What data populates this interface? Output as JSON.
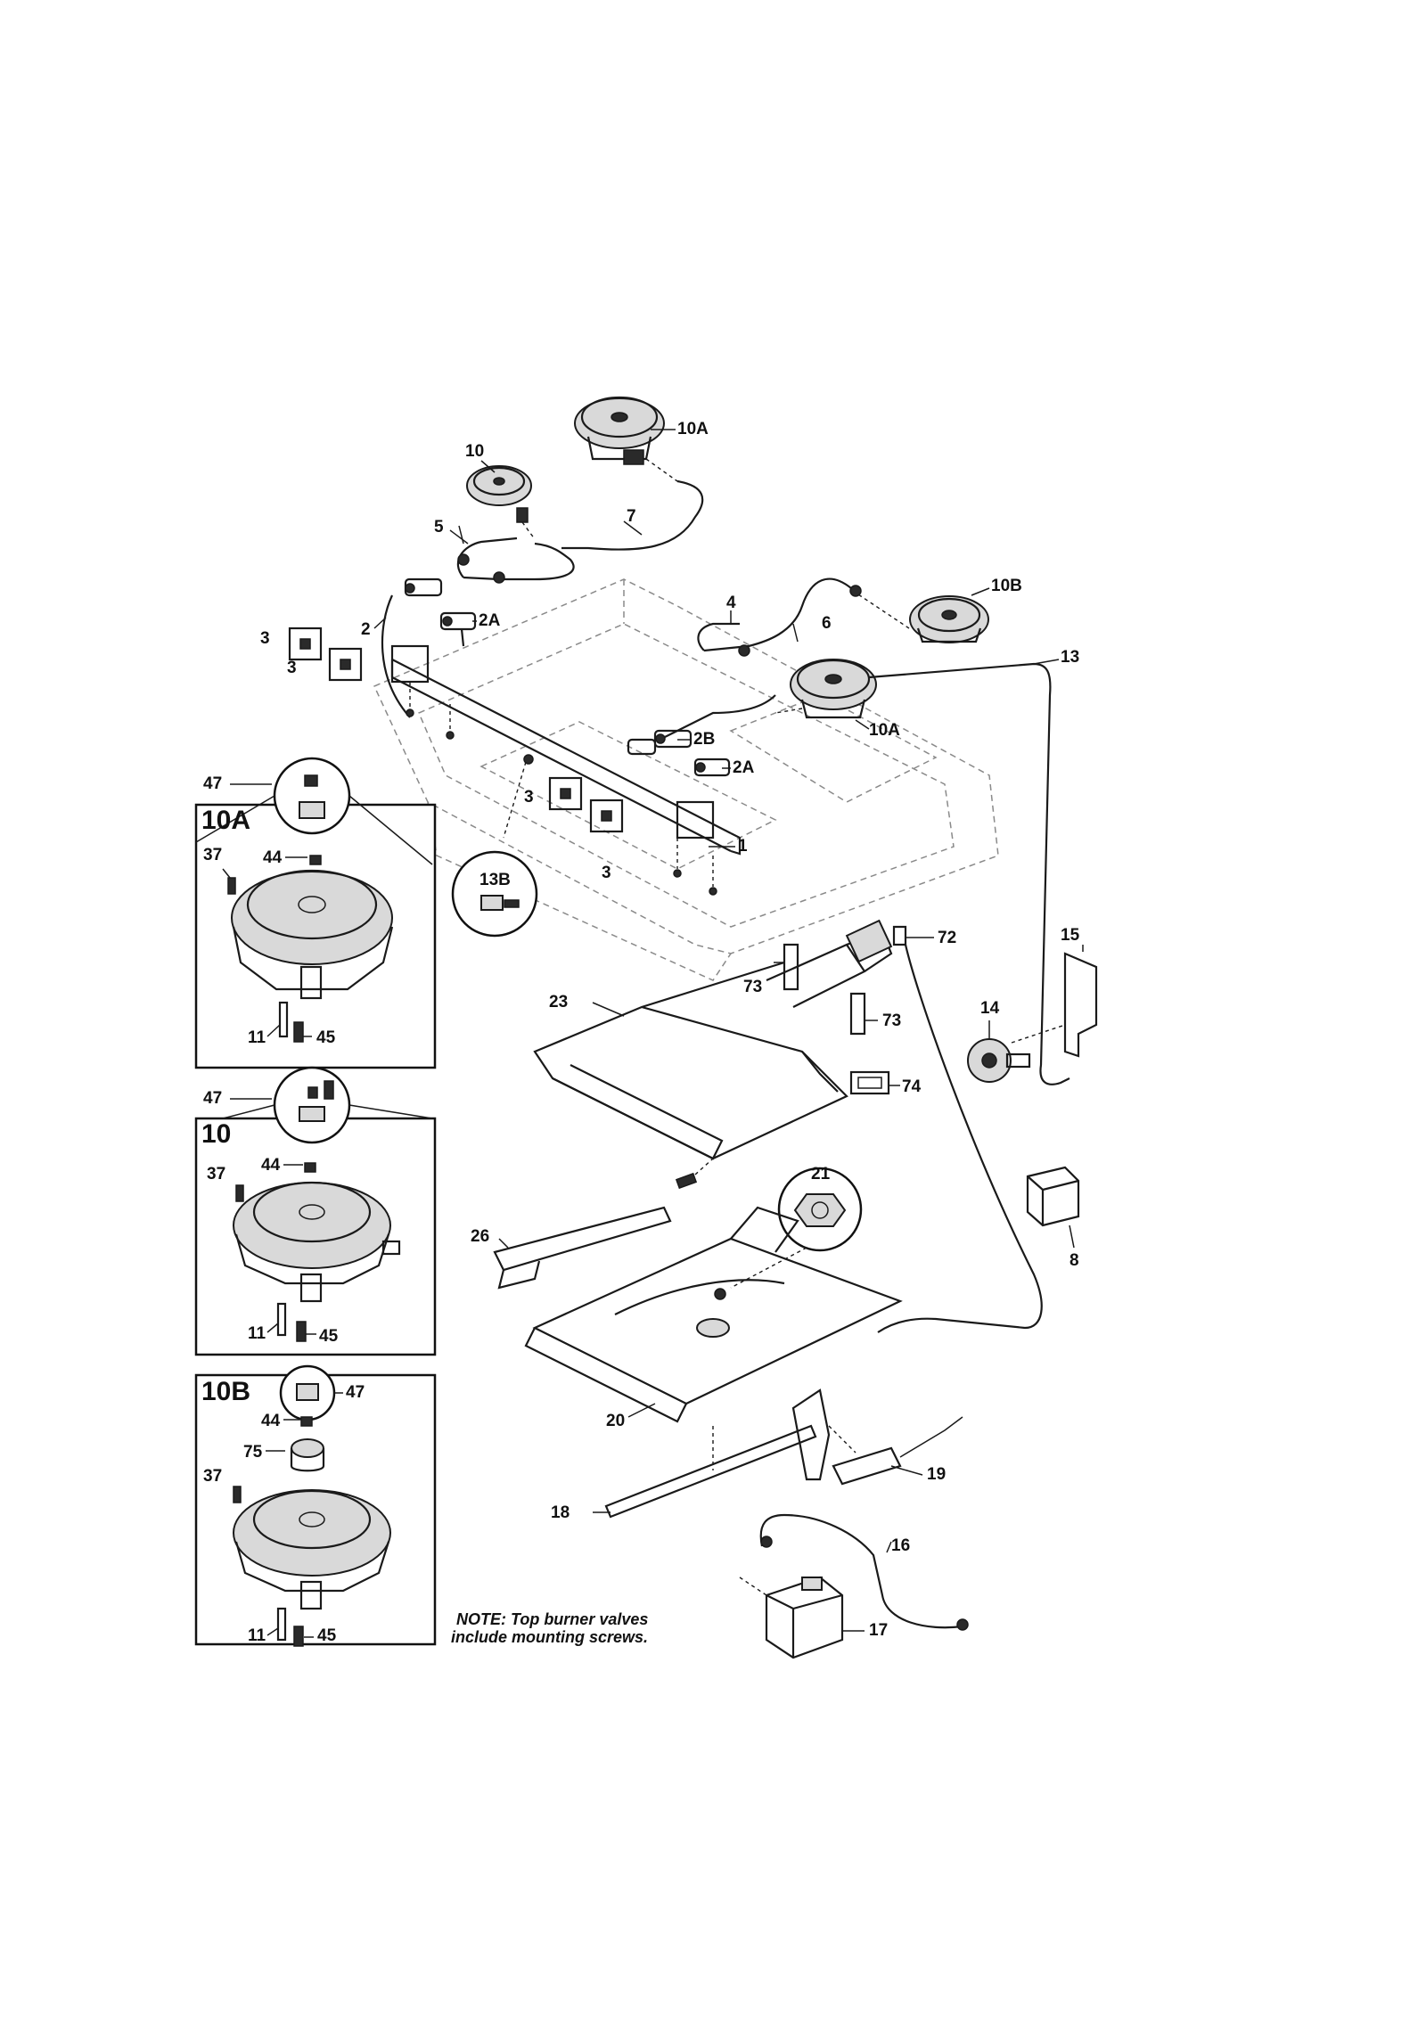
{
  "labels": {
    "l_10a_top": "10A",
    "l_10_top": "10",
    "l_5": "5",
    "l_7": "7",
    "l_3a": "3",
    "l_3b": "3",
    "l_2": "2",
    "l_2a_left": "2A",
    "l_4": "4",
    "l_6": "6",
    "l_10b_top": "10B",
    "l_13": "13",
    "l_10a_mid": "10A",
    "l_2b": "2B",
    "l_2a_mid": "2A",
    "l_3c": "3",
    "l_3d": "3",
    "l_1": "1",
    "l_13b": "13B",
    "l_15": "15",
    "l_72": "72",
    "l_14": "14",
    "l_73a": "73",
    "l_73b": "73",
    "l_23": "23",
    "l_74": "74",
    "l_21": "21",
    "l_8": "8",
    "l_26": "26",
    "l_20": "20",
    "l_19": "19",
    "l_18": "18",
    "l_16": "16",
    "l_17": "17"
  },
  "insets": {
    "inset_10a": {
      "title": "10A",
      "parts": {
        "p47": "47",
        "p37": "37",
        "p44": "44",
        "p11": "11",
        "p45": "45"
      }
    },
    "inset_10": {
      "title": "10",
      "parts": {
        "p47": "47",
        "p37": "37",
        "p44": "44",
        "p11": "11",
        "p45": "45"
      }
    },
    "inset_10b": {
      "title": "10B",
      "parts": {
        "p47": "47",
        "p44": "44",
        "p75": "75",
        "p37": "37",
        "p11": "11",
        "p45": "45"
      }
    }
  },
  "note": {
    "line1": "NOTE: Top burner valves",
    "line2": "include mounting screws."
  }
}
